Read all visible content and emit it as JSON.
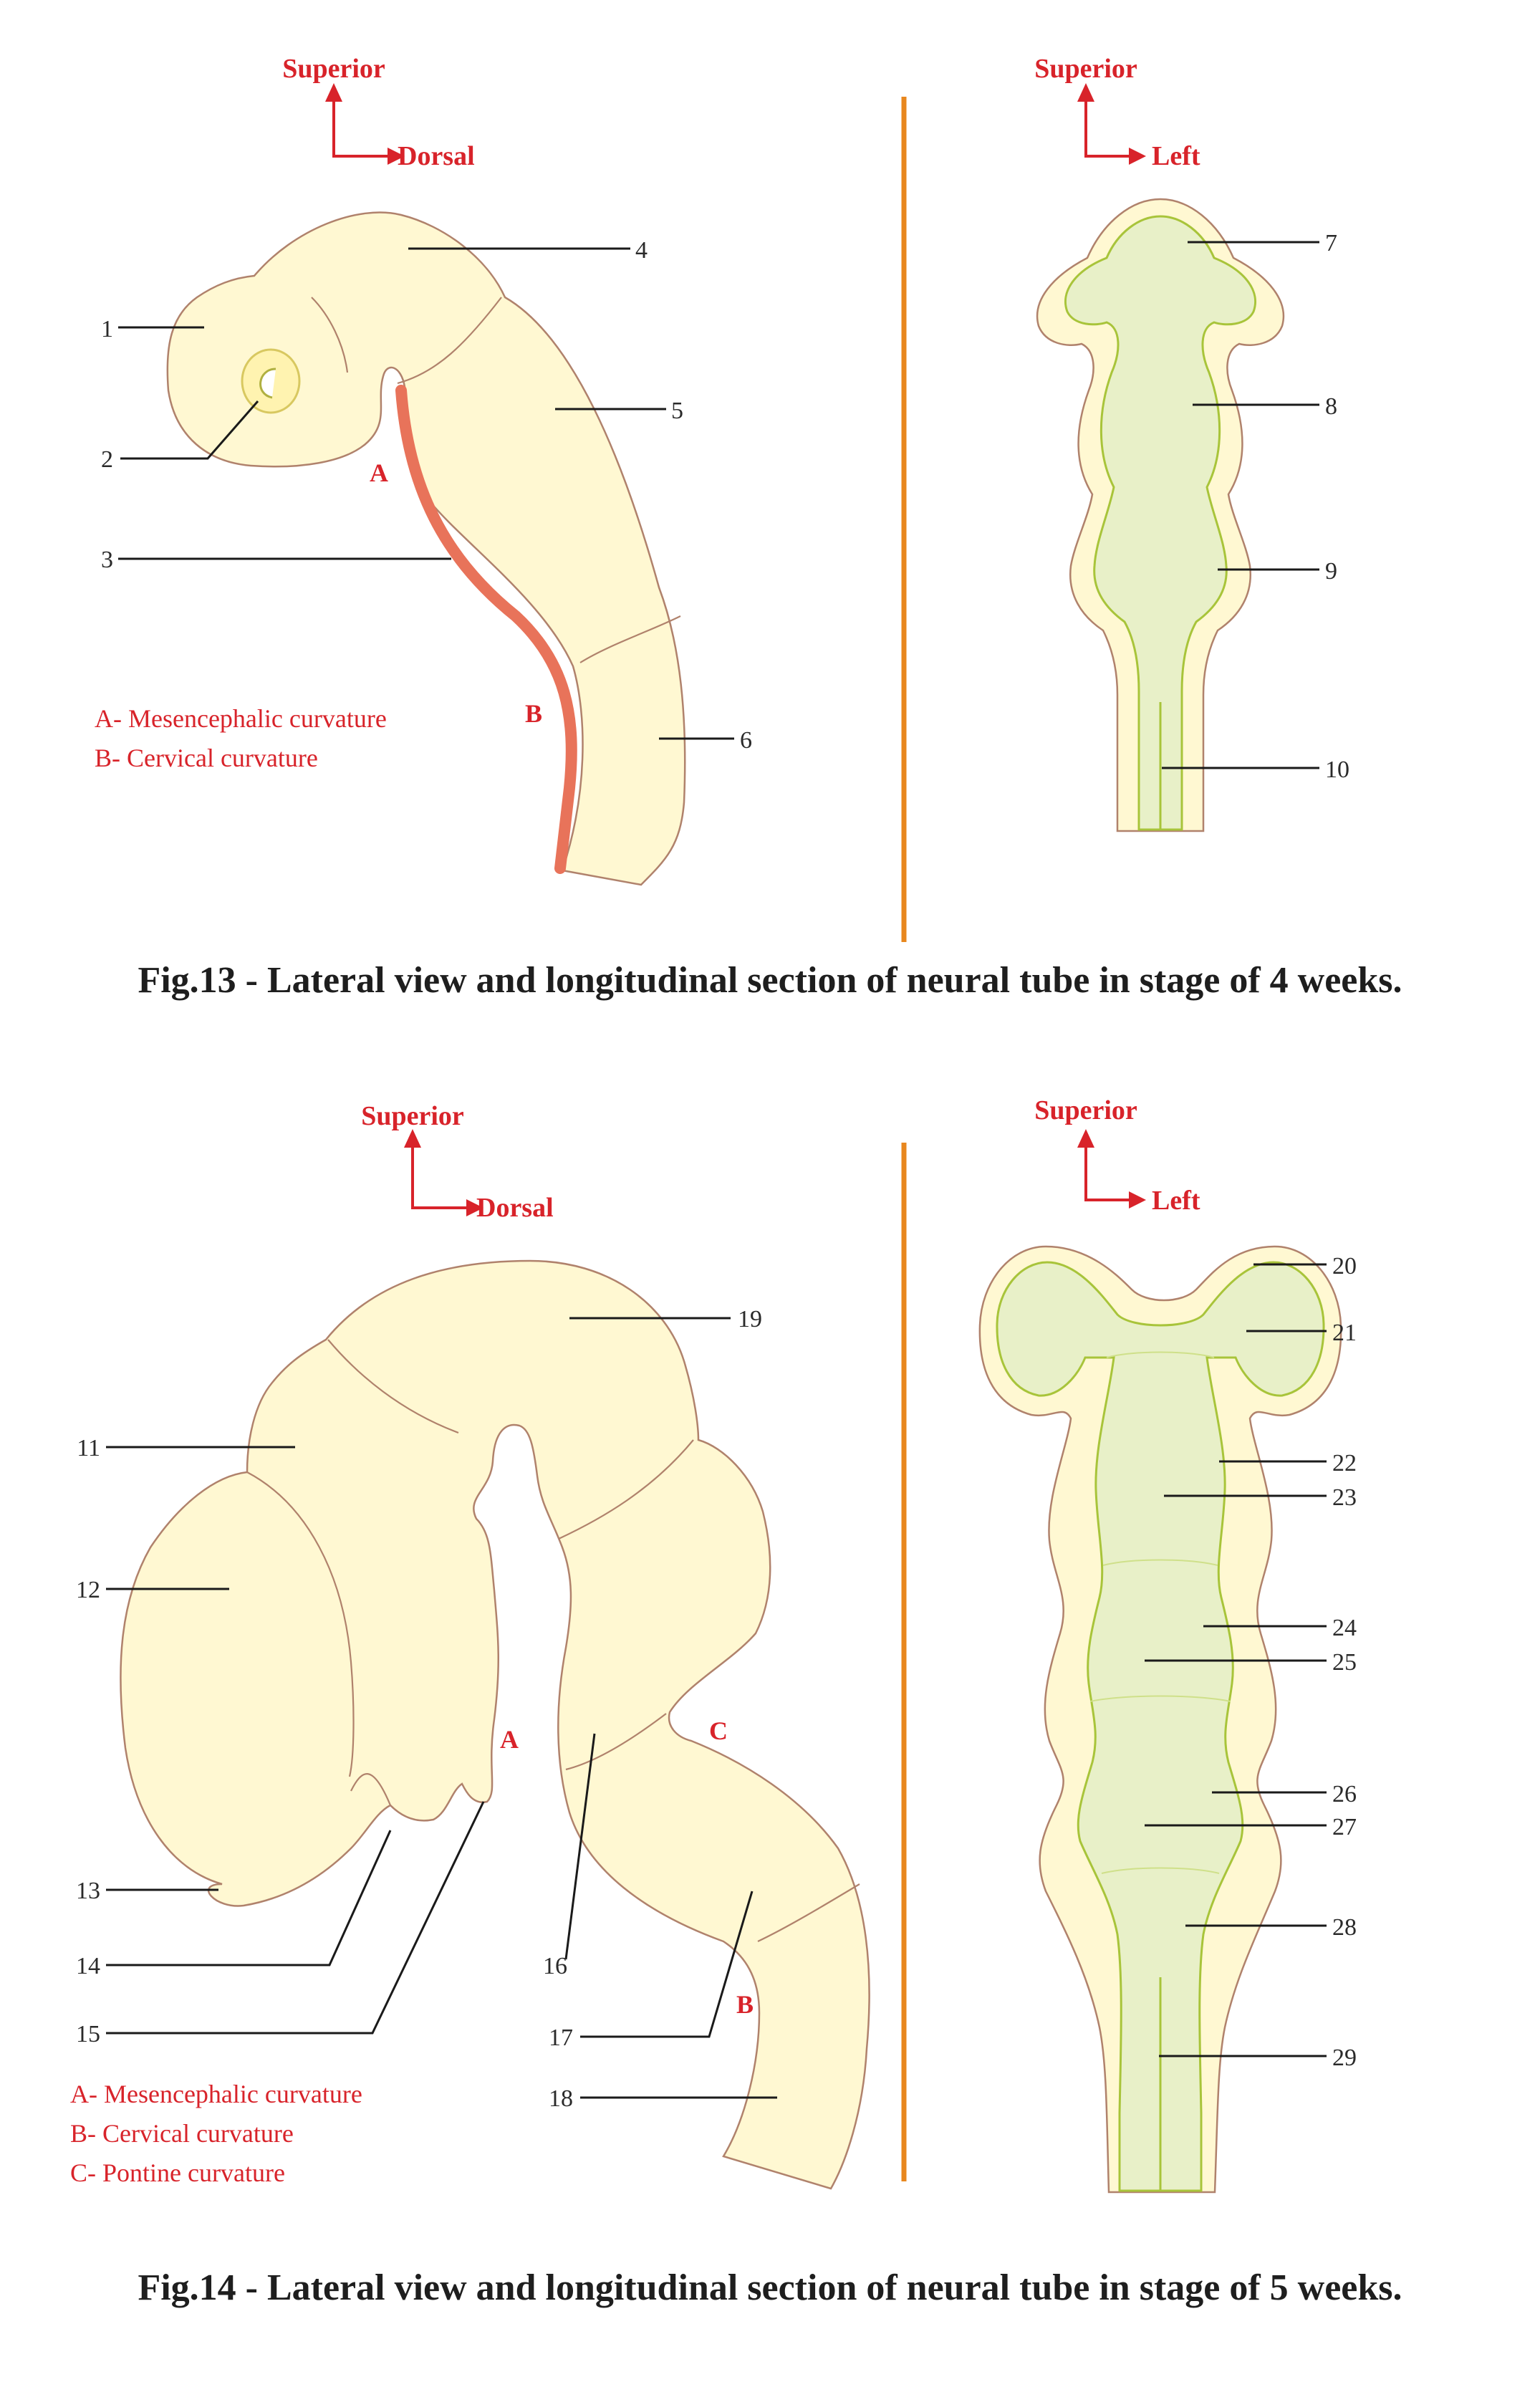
{
  "figures": [
    {
      "caption": "Fig.13 - Lateral view and longitudinal section of neural tube in stage of 4 weeks.",
      "lateral": {
        "axis_up": "Superior",
        "axis_right": "Dorsal",
        "labels": [
          "1",
          "2",
          "3",
          "4",
          "5",
          "6"
        ],
        "curvature_marks": [
          "A",
          "B"
        ],
        "legend": [
          "A- Mesencephalic curvature",
          "B- Cervical curvature"
        ]
      },
      "section": {
        "axis_up": "Superior",
        "axis_right": "Left",
        "labels": [
          "7",
          "8",
          "9",
          "10"
        ]
      }
    },
    {
      "caption": "Fig.14 - Lateral view and longitudinal section of neural tube in stage of 5 weeks.",
      "lateral": {
        "axis_up": "Superior",
        "axis_right": "Dorsal",
        "labels": [
          "11",
          "12",
          "13",
          "14",
          "15",
          "16",
          "17",
          "18",
          "19"
        ],
        "curvature_marks": [
          "A",
          "B",
          "C"
        ],
        "legend": [
          "A- Mesencephalic curvature",
          "B- Cervical curvature",
          "C- Pontine curvature"
        ]
      },
      "section": {
        "axis_up": "Superior",
        "axis_right": "Left",
        "labels": [
          "20",
          "21",
          "22",
          "23",
          "24",
          "25",
          "26",
          "27",
          "28",
          "29"
        ]
      }
    }
  ],
  "colors": {
    "tissue_fill": "#fff8d2",
    "tissue_outline": "#b0826c",
    "lumen_fill": "#e8f0c8",
    "lumen_outline": "#a8c43a",
    "notochord": "#e8735a",
    "divider": "#e8871e",
    "accent_red": "#d8232a"
  }
}
